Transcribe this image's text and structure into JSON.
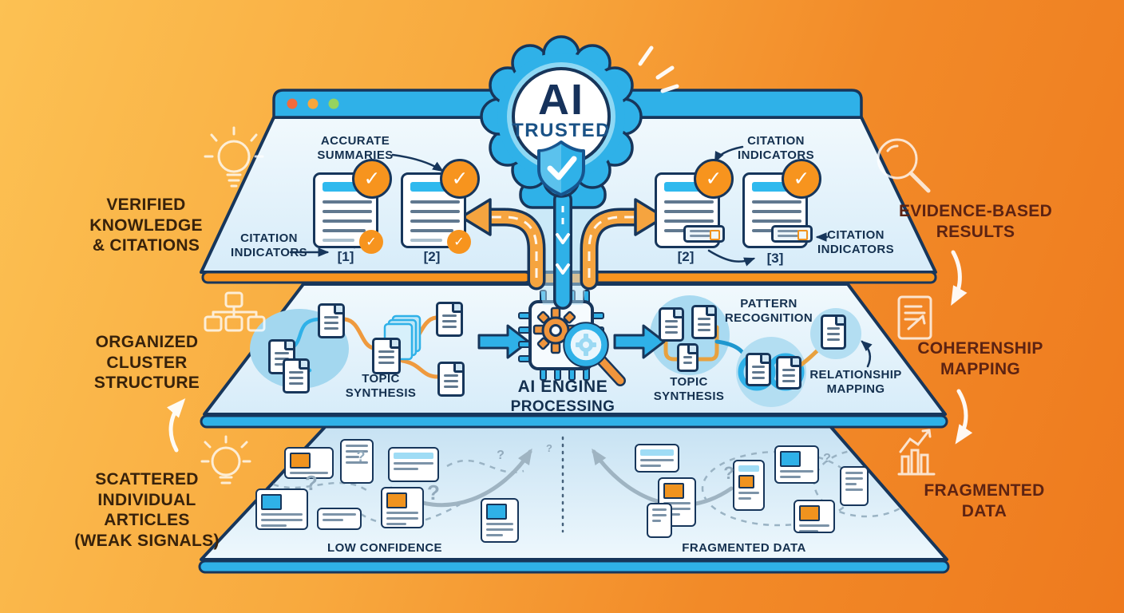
{
  "badge": {
    "line1": "AI",
    "line2": "TRUSTED"
  },
  "icons": {
    "check": "✓"
  },
  "side_labels": {
    "verified": [
      "VERIFIED",
      "KNOWLEDGE",
      "& CITATIONS"
    ],
    "organized": [
      "ORGANIZED",
      "CLUSTER",
      "STRUCTURE"
    ],
    "scattered": [
      "SCATTERED",
      "INDIVIDUAL",
      "ARTICLES",
      "(WEAK SIGNALS)"
    ],
    "evidence": [
      "EVIDENCE-BASED",
      "RESULTS"
    ],
    "coherenship": [
      "COHERENSHIP",
      "MAPPING"
    ],
    "fragmented": [
      "FRAGMENTED",
      "DATA"
    ]
  },
  "top_layer": {
    "accurate_summaries": [
      "ACCURATE",
      "SUMMARIES"
    ],
    "citation_indicators_left": [
      "CITATION",
      "INDICATORS"
    ],
    "citation_indicators_top_right": [
      "CITATION",
      "INDICATORS"
    ],
    "citation_indicators_right": [
      "CITATION",
      "INDICATORS"
    ],
    "citation_refs": [
      "[1]",
      "[2]",
      "[2]",
      "[3]"
    ]
  },
  "middle_layer": {
    "topic_synthesis_left": [
      "TOPIC",
      "SYNTHESIS"
    ],
    "topic_synthesis_right": [
      "TOPIC",
      "SYNTHESIS"
    ],
    "pattern_recognition": [
      "PATTERN",
      "RECOGNITION"
    ],
    "relationship_mapping": [
      "RELATIONSHIP",
      "MAPPING"
    ],
    "ai_engine": [
      "AI ENGINE",
      "PROCESSING"
    ]
  },
  "bottom_layer": {
    "low_confidence": "LOW CONFIDENCE",
    "fragmented_data": "FRAGMENTED DATA",
    "question_mark": "?"
  },
  "colors": {
    "background_start": "#fcc153",
    "background_end": "#ee7a1e",
    "accent_blue": "#2fb1e8",
    "navy_outline": "#17365b",
    "accent_orange": "#f7941e",
    "panel_blue": "#e9f4fb",
    "heading_dark": "#38220b",
    "heading_maroon": "#5d2312",
    "window_dots": [
      "#f26a3a",
      "#f9a63b",
      "#96d35f"
    ]
  }
}
